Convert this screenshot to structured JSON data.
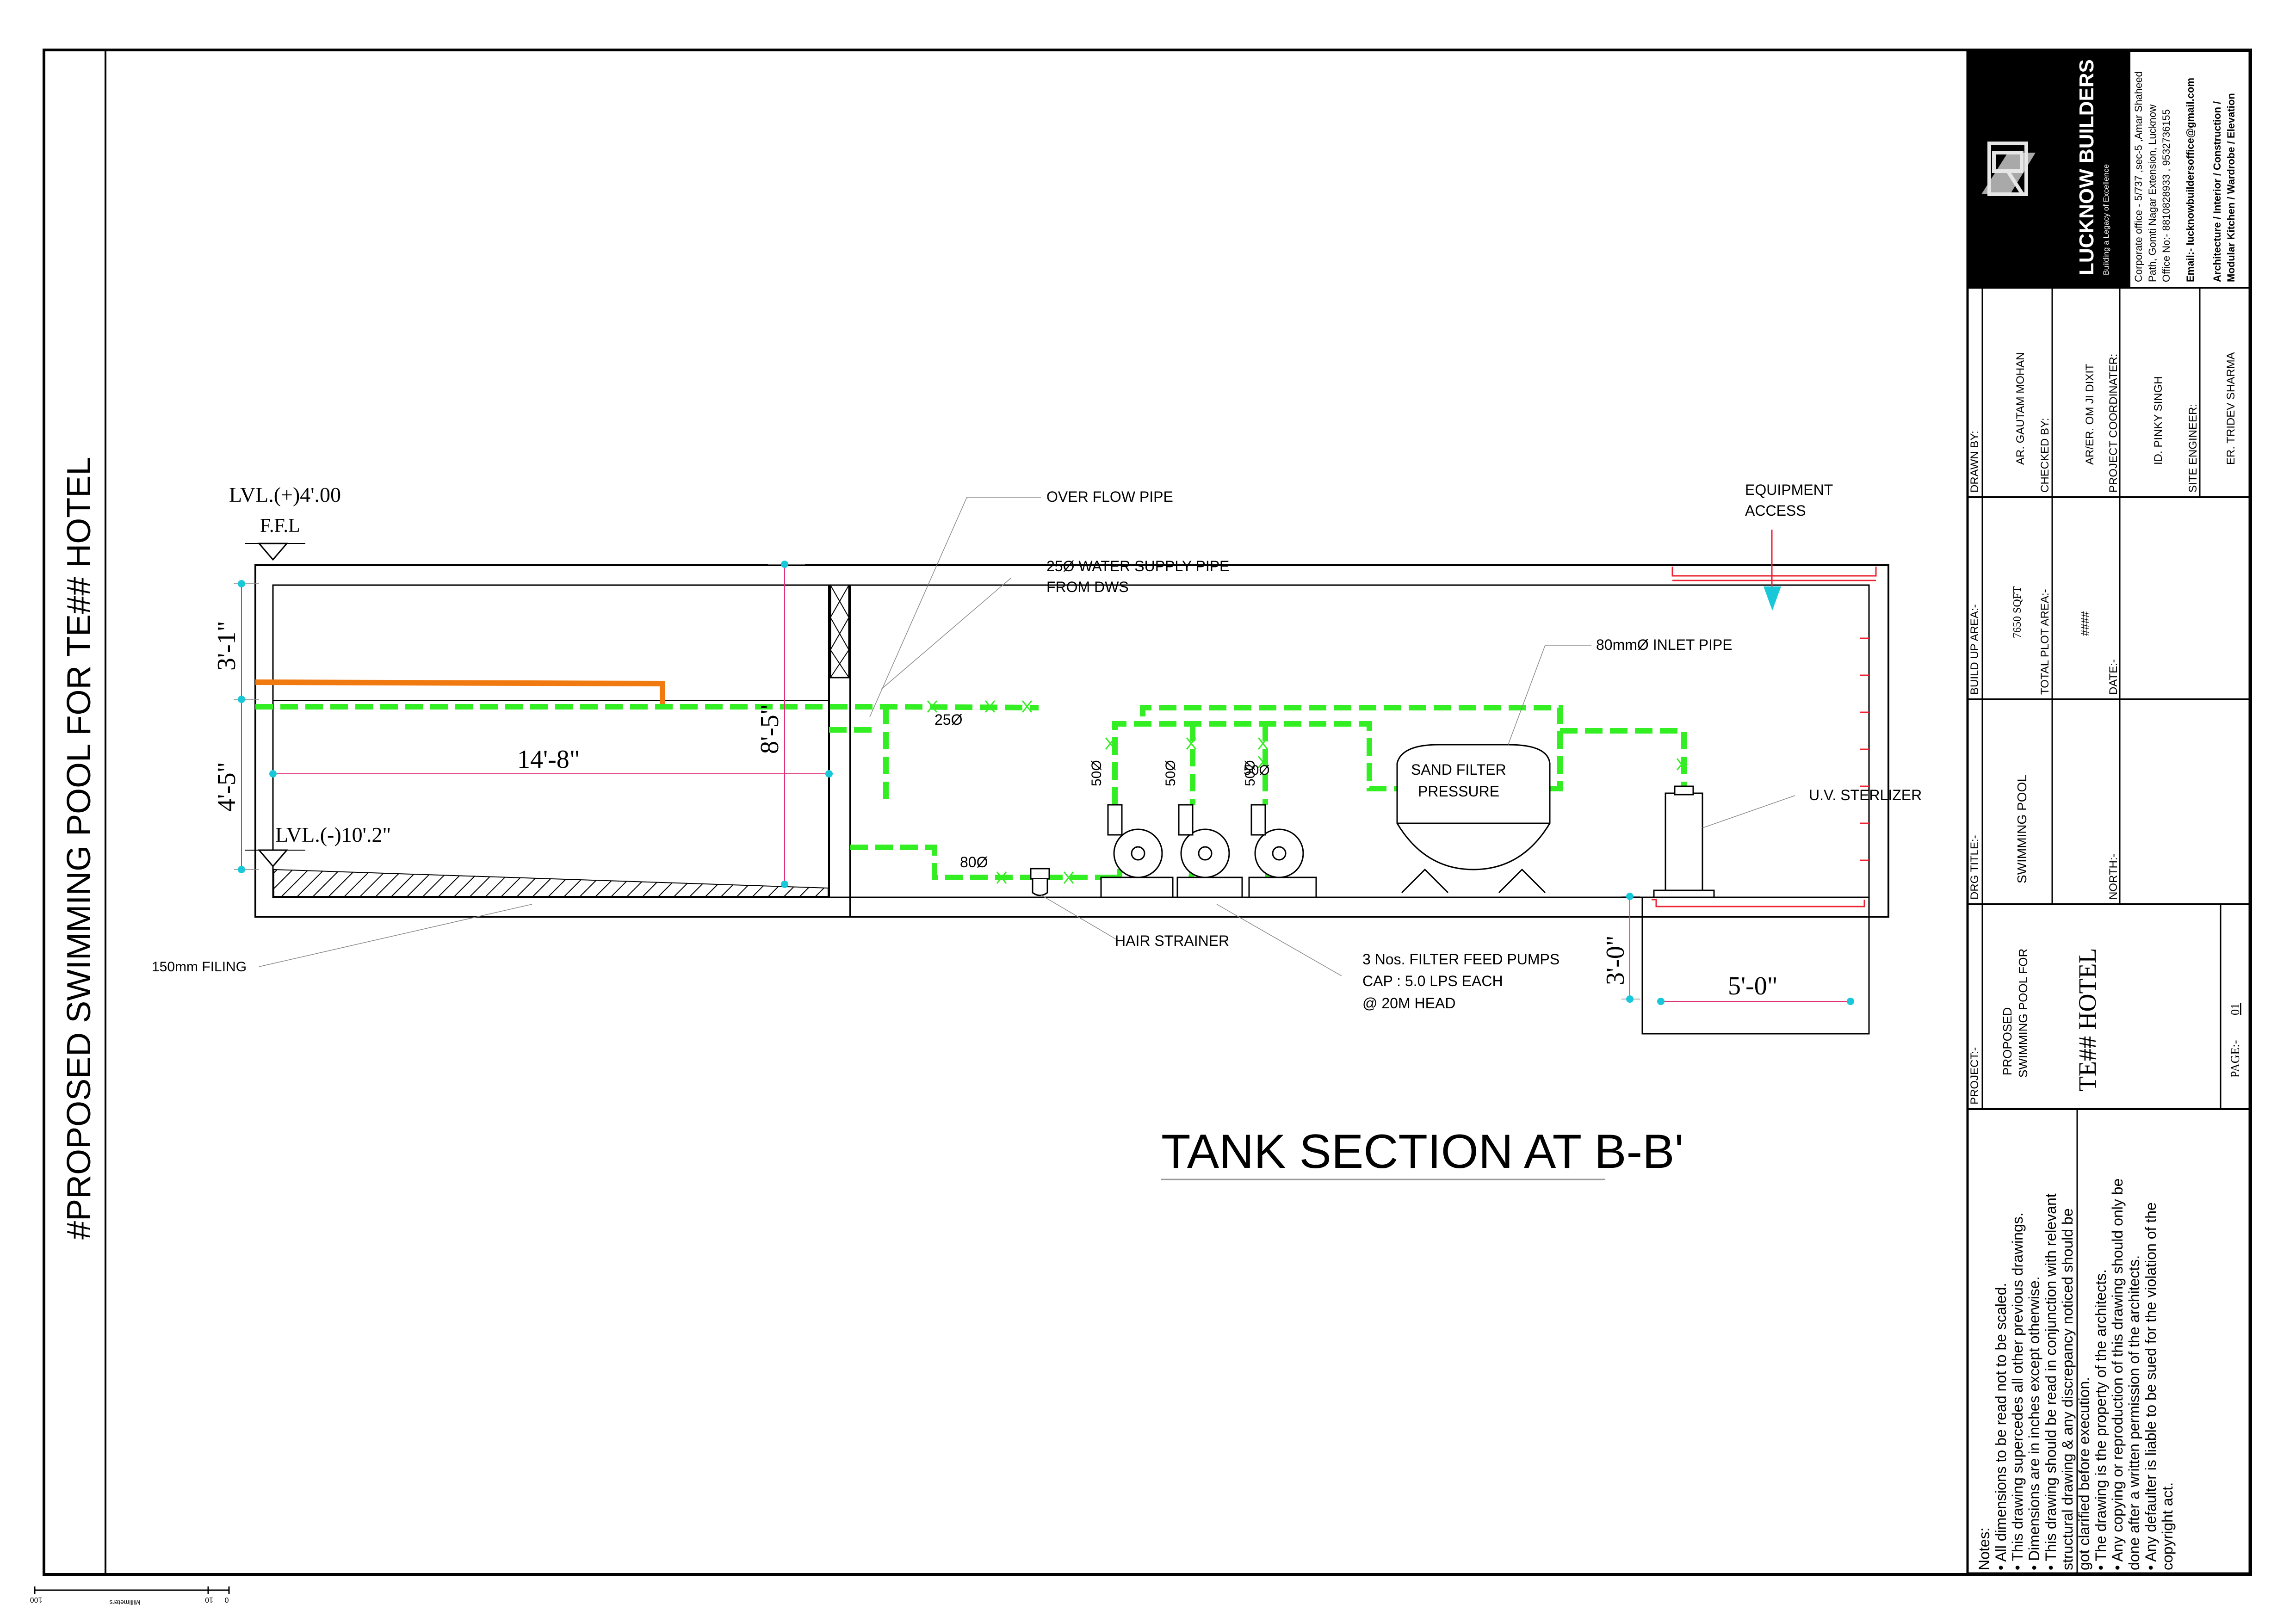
{
  "side_title": "#PROPOSED SWIMMING POOL FOR TE## HOTEL",
  "drawing": {
    "section_title": "TANK SECTION AT B-B'",
    "levels": {
      "top": "LVL.(+)4'.00",
      "ffl": "F.F.L",
      "bottom": "LVL.(-)10'.2\""
    },
    "dimensions": {
      "d_3_1": "3'-1\"",
      "d_4_5": "4'-5\"",
      "d_14_8": "14'-8\"",
      "d_8_5": "8'-5\"",
      "d_3_0": "3'-0\"",
      "d_5_0": "5'-0\""
    },
    "labels": {
      "overflow": "OVER FLOW PIPE",
      "water_supply_1": "25Ø WATER SUPPLY PIPE",
      "water_supply_2": "FROM DWS",
      "equipment_1": "EQUIPMENT",
      "equipment_2": "ACCESS",
      "inlet": "80mmØ  INLET PIPE",
      "sand_1": "SAND FILTER",
      "sand_2": "PRESSURE",
      "uv": "U.V. STERLIZER",
      "hair": "HAIR STRAINER",
      "pumps_1": "3 Nos. FILTER FEED  PUMPS",
      "pumps_2": "CAP : 5.0 LPS EACH",
      "pumps_3": "@ 20M HEAD",
      "filing": "150mm FILING",
      "p25": "25Ø",
      "p80": "80Ø",
      "p50a": "50Ø",
      "p50b": "50Ø",
      "p50c": "50Ø",
      "p50d": "50Ø"
    }
  },
  "scale_bar": {
    "unit": "Millimeters",
    "t0": "0",
    "t10": "10",
    "t100": "100"
  },
  "title_block": {
    "company": "LUCKNOW BUILDERS",
    "tagline": "Building a Legacy of Excellence",
    "address": [
      "Corporate office - 5/737 ,sec-5 ,Amar Shaheed",
      "Path, Gomti Nagar Extension, Lucknow",
      "Office No:- 8810828933 , 9532736155"
    ],
    "email": "Email:-  lucknowbuildersoffice@gmail.com",
    "services": [
      "Architecture / Interior / Construction /",
      "Modular Kitchen / Wardrobe / Elevation"
    ],
    "drawn_by_label": "DRAWN BY:",
    "drawn_by": "AR. GAUTAM MOHAN",
    "checked_by_label": "CHECKED BY:",
    "checked_by": "AR/ER. OM JI DIXIT",
    "coordinator_label": "PROJECT COORDINATER:",
    "coordinator": "ID. PINKY SINGH",
    "site_engineer_label": "SITE ENGINEER:",
    "site_engineer": "ER. TRIDEV SHARMA",
    "build_up_label": "BUILD UP AREA:-",
    "build_up": "7650 SQFT",
    "plot_label": "TOTAL PLOT AREA:-",
    "plot": "####",
    "date_label": "DATE:-",
    "drg_title_label": "DRG TITLE:-",
    "drg_title": "SWIMMING POOL",
    "north_label": "NORTH:-",
    "project_label": "PROJECT:-",
    "project_1": "PROPOSED",
    "project_2": "SWIMMING POOL FOR",
    "project_3": "TE## HOTEL",
    "page_label": "PAGE:-",
    "page": "01"
  },
  "notes": {
    "heading": "Notes:",
    "lines": [
      "• All dimensions to be read not to be scaled.",
      "• This drawing supercedes all other previous drawings.",
      "• Dimensions are in inches except otherwise.",
      "• This drawing should be read in conjunction with relevant",
      "   structural drawing & any discrepancy noticed should be",
      "   got clarified before execution.",
      "• The drawing is the property of the architects.",
      "• Any copying or reproduction of this drawing should only be",
      "   done after a written permission of the architects.",
      "• Any defaulter is liable to be sued for the violation of the",
      "   copyright act."
    ]
  },
  "colors": {
    "pipe_green": "#33ee22",
    "overflow_orange": "#f07a10",
    "dim_pink": "#e0307a",
    "cyan": "#18c8d8",
    "access_red": "#ee2233",
    "logo_bg": "#000000"
  }
}
